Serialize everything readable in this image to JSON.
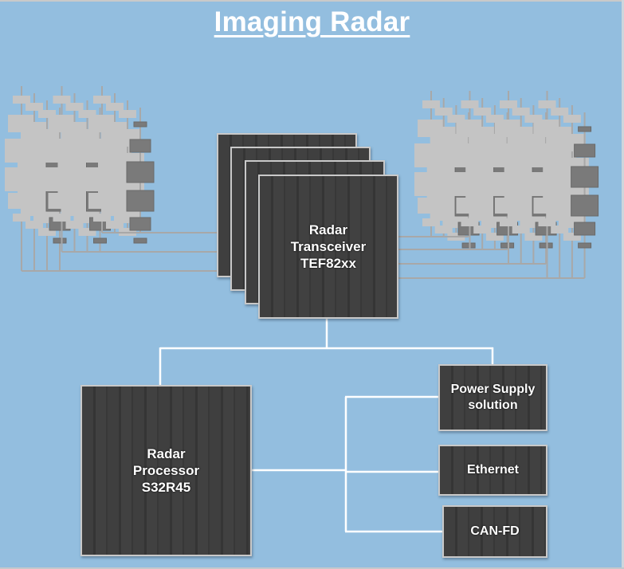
{
  "title": "Imaging Radar",
  "colors": {
    "background": "#93bedf",
    "chip_fill": "#3b3b3b",
    "chip_border": "#c9c9c9",
    "antenna_light": "#c4c4c4",
    "antenna_dark": "#7a7a7a",
    "antenna_wire": "#a8a8a8",
    "bus_wire": "#ffffff",
    "text": "#ffffff"
  },
  "transceiver": {
    "count": 4,
    "line1": "Radar",
    "line2": "Transceiver",
    "line3": "TEF82xx"
  },
  "processor": {
    "line1": "Radar",
    "line2": "Processor",
    "line3": "S32R45"
  },
  "peripherals": [
    {
      "line1": "Power Supply",
      "line2": "solution"
    },
    {
      "line1": "Ethernet"
    },
    {
      "line1": "CAN-FD"
    }
  ],
  "antenna_arrays": [
    {
      "name": "transmit-antenna-array",
      "side": "left",
      "groups": 3,
      "columns_per_group": 4,
      "feed_lines": 3
    },
    {
      "name": "receive-antenna-array",
      "side": "right",
      "groups": 4,
      "columns_per_group": 4,
      "feed_lines": 4
    }
  ]
}
